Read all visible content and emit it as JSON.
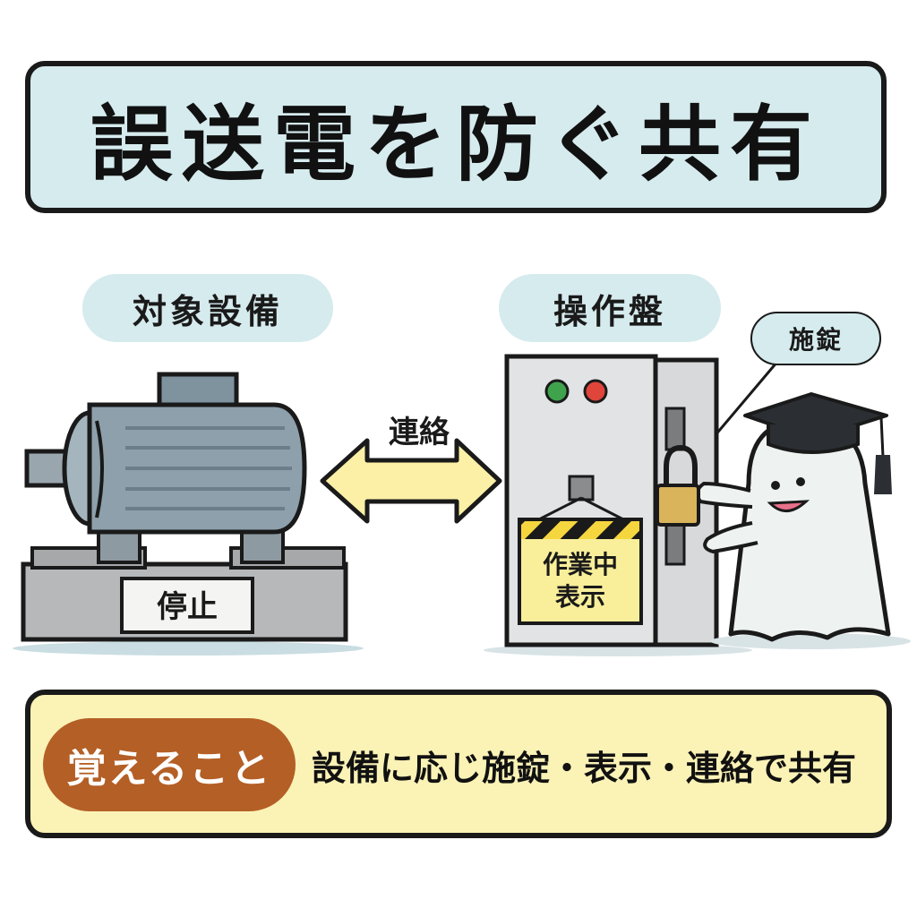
{
  "title": "誤送電を防ぐ共有",
  "labels": {
    "equipment": "対象設備",
    "panel": "操作盤",
    "lock": "施錠",
    "contact": "連絡",
    "stop_tag": "停止",
    "working_sign_line1": "作業中",
    "working_sign_line2": "表示"
  },
  "memo": {
    "badge": "覚えること",
    "text": "設備に応じ施錠・表示・連絡で共有"
  },
  "colors": {
    "title_bg": "#d6ebee",
    "memo_bg": "#fbf2b6",
    "badge_bg": "#b45f26",
    "arrow": "#fbf0a6",
    "lamp_green": "#3fa34d",
    "lamp_red": "#e0453b",
    "padlock": "#d9b45a"
  },
  "icons": [
    "motor-icon",
    "double-arrow-icon",
    "control-panel-icon",
    "padlock-icon",
    "ghost-mascot-icon",
    "graduation-cap-icon"
  ]
}
